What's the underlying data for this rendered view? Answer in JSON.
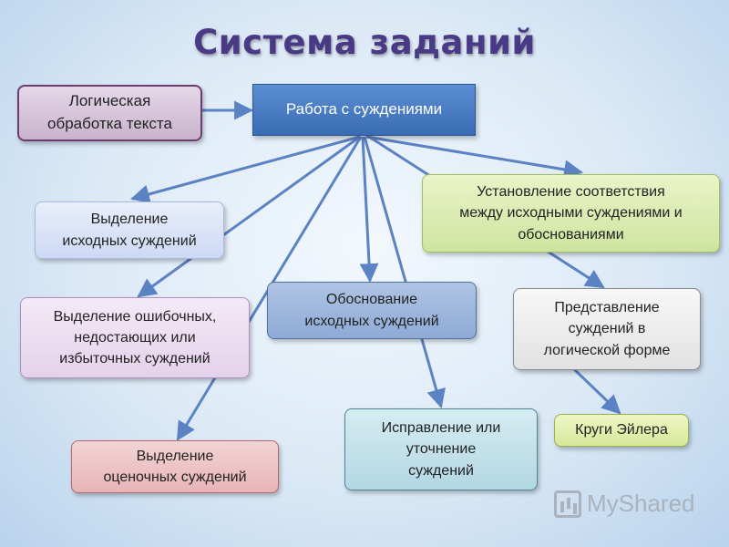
{
  "title": "Система заданий",
  "nodes": {
    "logic_text": "Логическая\nобработка текста",
    "work": "Работа с суждениями",
    "initial": "Выделение\nисходных суждений",
    "erroneous": "Выделение ошибочных,\nнедостающих или\nизбыточных  суждений",
    "justification": "Обоснование\nисходных суждений",
    "correspondence": "Установление соответствия\nмежду исходными суждениями и\nобоснованиями",
    "logical_form": "Представление\nсуждений в\nлогической форме",
    "correction": "Исправление или\nуточнение\nсуждений",
    "euler": "Круги Эйлера",
    "evaluative": "Выделение\nоценочных суждений"
  },
  "watermark": "MyShared",
  "colors": {
    "arrow": "#5b82c2",
    "title": "#4a3a86"
  }
}
